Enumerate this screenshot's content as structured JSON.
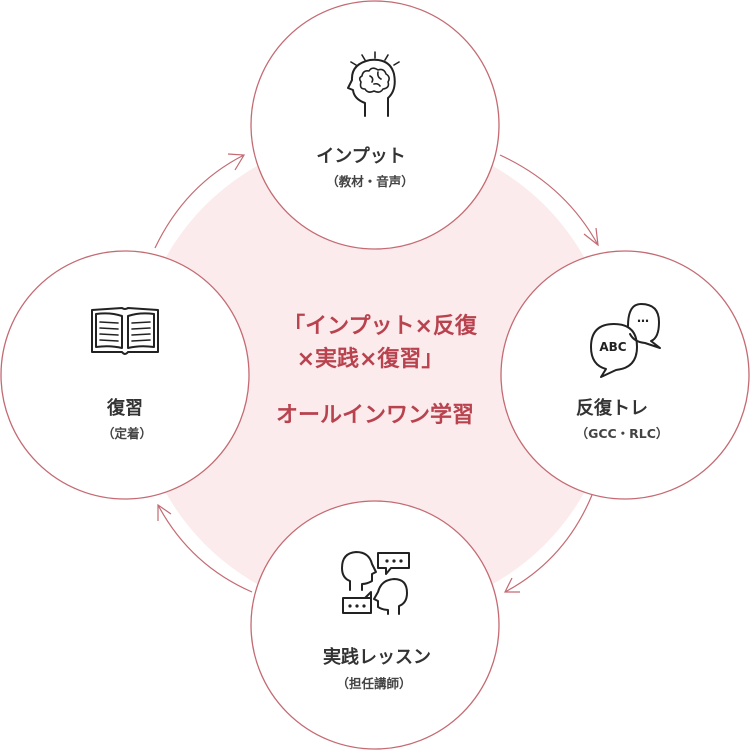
{
  "colors": {
    "accent": "#b8434f",
    "circle_border": "#c46a72",
    "ring_fill": "#fcebec",
    "text": "#333333"
  },
  "center": {
    "line1": "「インプット×反復",
    "line2": "×実践×復習」",
    "line3": "オールインワン学習"
  },
  "nodes": {
    "input": {
      "title": "インプット",
      "subtitle": "（教材・音声）",
      "icon": "brain-head-icon"
    },
    "repetition": {
      "title": "反復トレ",
      "subtitle": "（GCC・RLC）",
      "icon": "speech-bubbles-icon",
      "icon_text": "ABC",
      "icon_dots": "…"
    },
    "practice": {
      "title": "実践レッスン",
      "subtitle": "（担任講師）",
      "icon": "conversation-heads-icon"
    },
    "review": {
      "title": "復習",
      "subtitle": "（定着）",
      "icon": "open-book-icon"
    }
  }
}
